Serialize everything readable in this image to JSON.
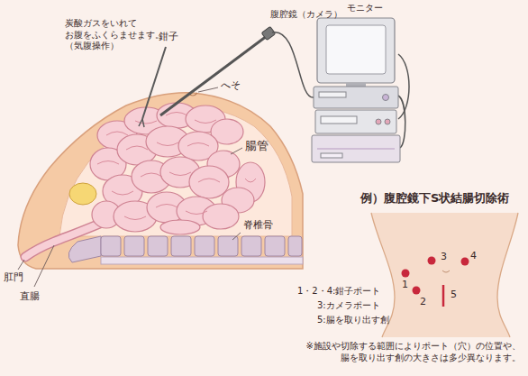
{
  "diagram": {
    "labels": [
      "腹腔鏡（カメラ）",
      "モニター",
      "鉗子",
      "炭酸ガスをいれて お腹をふくらませます。 （気腹操作）",
      "へそ",
      "腸管",
      "脊椎骨",
      "肛門",
      "直腸",
      "例）腹腔鏡下S状結腸切除術",
      "3",
      "4",
      "1",
      "2",
      "5",
      "1・2・4:鉗子ポート",
      "3:カメラポート",
      "5:腸を取り出す創",
      "※施設や切除する範囲によりポート（穴）の位置や、 腸を取り出す創の大きさは多少異なります。"
    ]
  }
}
